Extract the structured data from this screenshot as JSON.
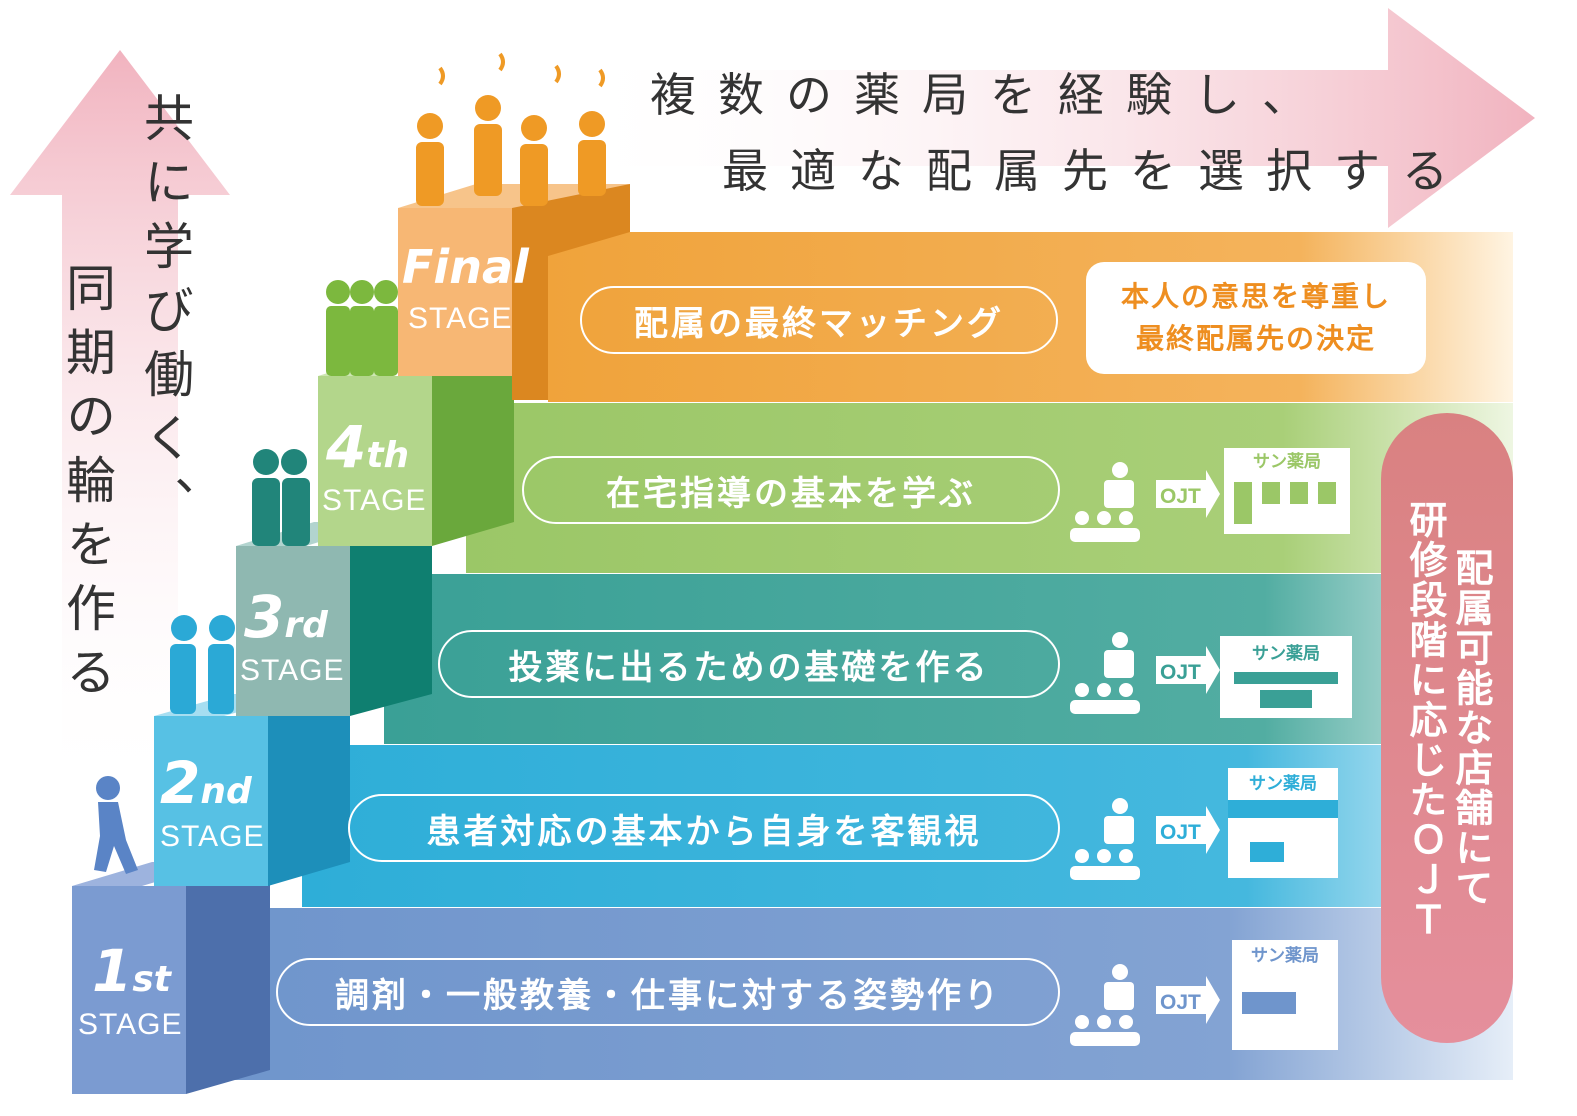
{
  "left_vertical": {
    "line1": "共に学び働く、",
    "line2": "同期の輪を作る"
  },
  "headline": {
    "line1": "複数の薬局を経験し、",
    "line2": "最適な配属先を選択する"
  },
  "stages": [
    {
      "number": "Final",
      "suffix": "",
      "word": "STAGE",
      "title": "配属の最終マッチング",
      "color": "#f0a33b"
    },
    {
      "number": "4",
      "suffix": "th",
      "word": "STAGE",
      "title": "在宅指導の基本を学ぶ",
      "color": "#9bc767"
    },
    {
      "number": "3",
      "suffix": "rd",
      "word": "STAGE",
      "title": "投薬に出るための基礎を作る",
      "color": "#3aa096"
    },
    {
      "number": "2",
      "suffix": "nd",
      "word": "STAGE",
      "title": "患者対応の基本から自身を客観視",
      "color": "#2eaed8"
    },
    {
      "number": "1",
      "suffix": "st",
      "word": "STAGE",
      "title": "調剤・一般教養・仕事に対する姿勢作り",
      "color": "#6f95cc"
    }
  ],
  "final_decision": {
    "line1": "本人の意思を尊重し",
    "line2": "最終配属先の決定"
  },
  "ojt_label": "OJT",
  "store_name": "サン薬局",
  "side_bar": {
    "col1": "配属可能な店舗にて",
    "col2": "研修段階に応じたＯＪＴ"
  },
  "icons": {
    "arrow": "gradient-arrow-icon",
    "people": "people-group-icon",
    "lecture": "lecture-icon",
    "store": "store-icon"
  }
}
